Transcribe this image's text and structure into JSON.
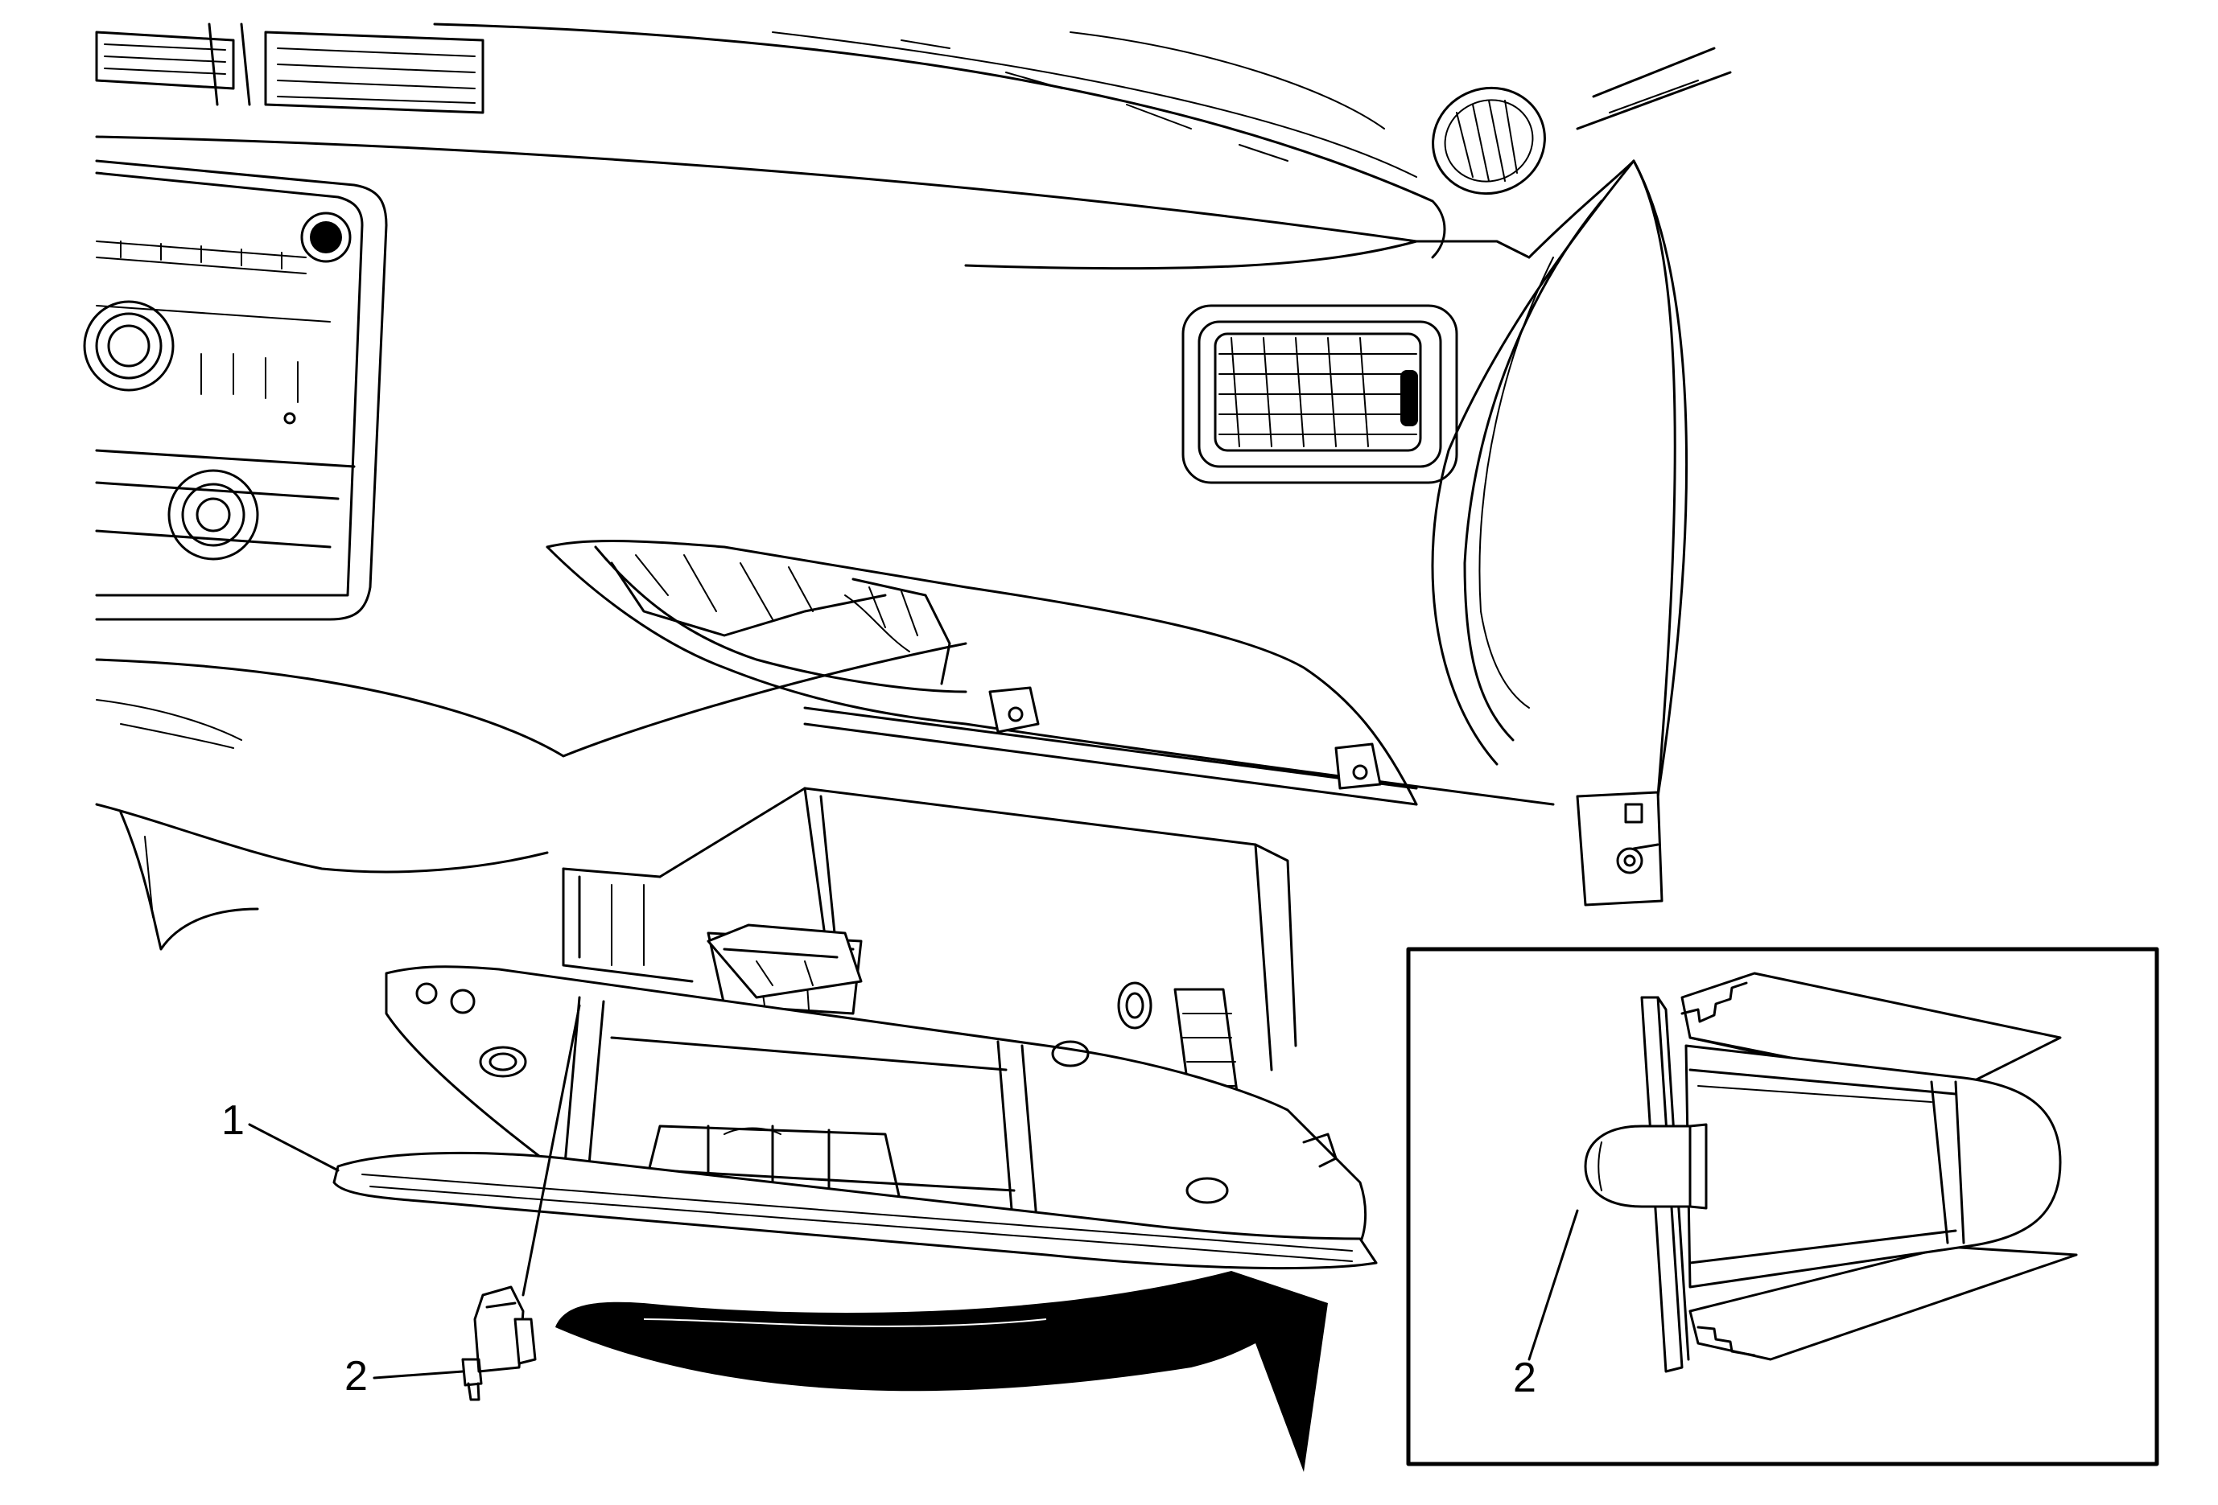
{
  "diagram": {
    "callouts": {
      "glove_box": "1",
      "damper_main": "2",
      "damper_detail": "2"
    },
    "colors": {
      "line": "#000000",
      "background": "#ffffff"
    }
  }
}
